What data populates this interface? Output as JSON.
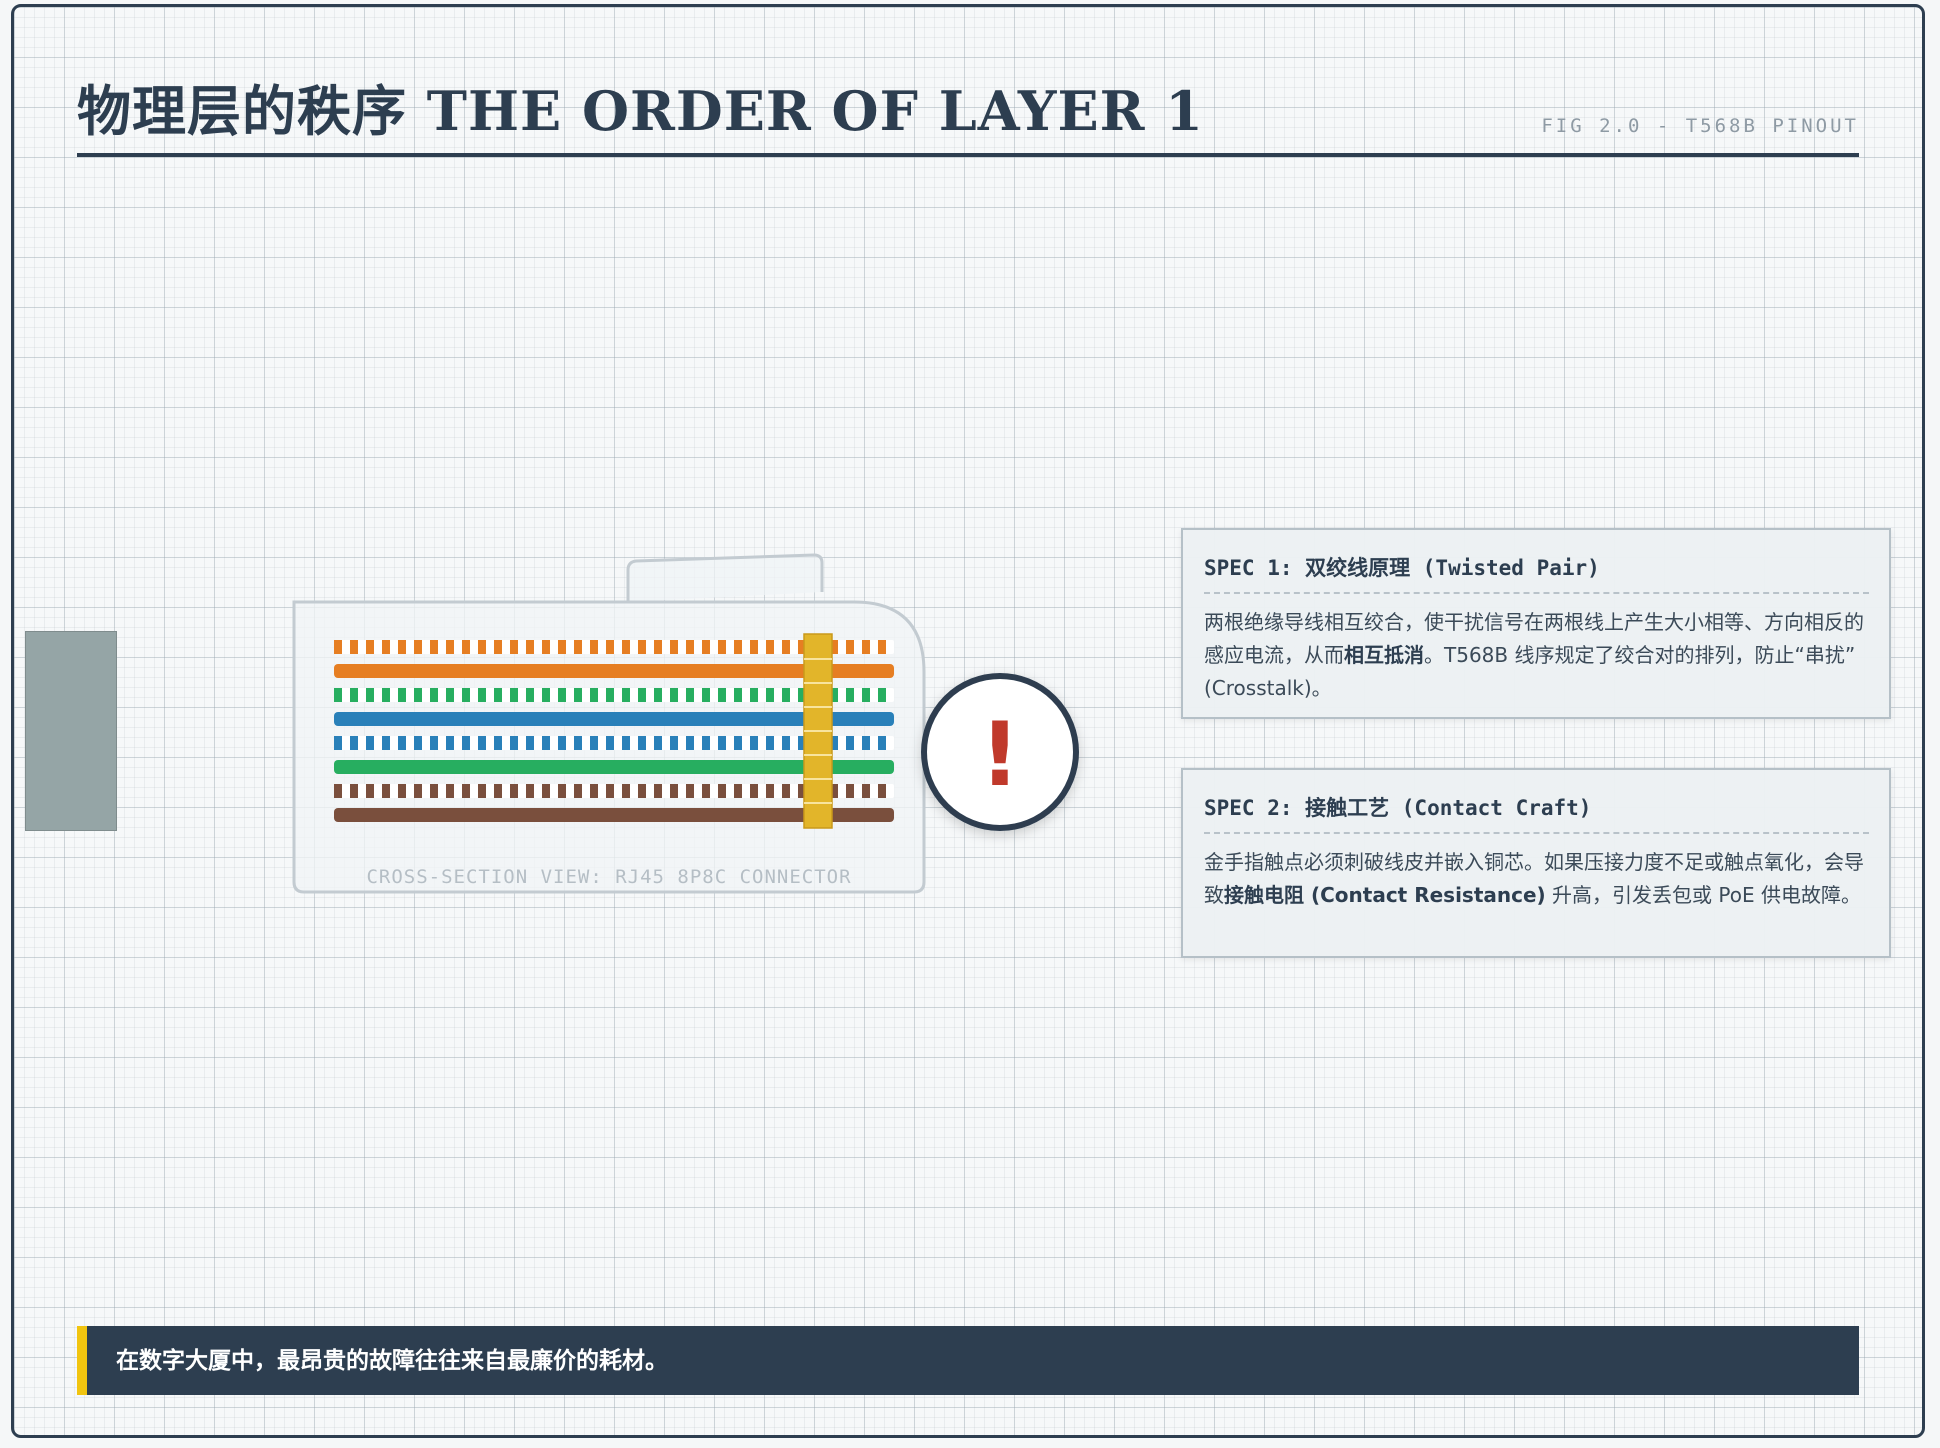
{
  "header": {
    "title": "物理层的秩序 THE ORDER OF LAYER 1",
    "fig_label": "FIG 2.0 - T568B PINOUT"
  },
  "connector": {
    "caption": "CROSS-SECTION VIEW: RJ45 8P8C CONNECTOR",
    "wires": [
      {
        "pin": 1,
        "pattern": "striped",
        "color": "#e67e22"
      },
      {
        "pin": 2,
        "pattern": "solid",
        "color": "#e67e22"
      },
      {
        "pin": 3,
        "pattern": "striped",
        "color": "#27ae60"
      },
      {
        "pin": 4,
        "pattern": "solid",
        "color": "#2980b9"
      },
      {
        "pin": 5,
        "pattern": "striped",
        "color": "#2980b9"
      },
      {
        "pin": 6,
        "pattern": "solid",
        "color": "#27ae60"
      },
      {
        "pin": 7,
        "pattern": "striped",
        "color": "#7a4f3d"
      },
      {
        "pin": 8,
        "pattern": "solid",
        "color": "#7a4f3d"
      }
    ],
    "contact_color": "#e2b52a",
    "alert_symbol": "!",
    "alert_color": "#c0392b"
  },
  "specs": [
    {
      "title": "SPEC 1: 双绞线原理 (Twisted Pair)",
      "body_pre": "两根绝缘导线相互绞合，使干扰信号在两根线上产生大小相等、方向相反的感应电流，从而",
      "body_bold": "相互抵消",
      "body_post": "。T568B 线序规定了绞合对的排列，防止“串扰” (Crosstalk)。"
    },
    {
      "title": "SPEC 2: 接触工艺 (Contact Craft)",
      "body_pre": "金手指触点必须刺破线皮并嵌入铜芯。如果压接力度不足或触点氧化，会导致",
      "body_bold": "接触电阻 (Contact Resistance)",
      "body_post": " 升高，引发丢包或 PoE 供电故障。"
    }
  ],
  "footer": {
    "quote": "在数字大厦中，最昂贵的故障往往来自最廉价的耗材。"
  }
}
